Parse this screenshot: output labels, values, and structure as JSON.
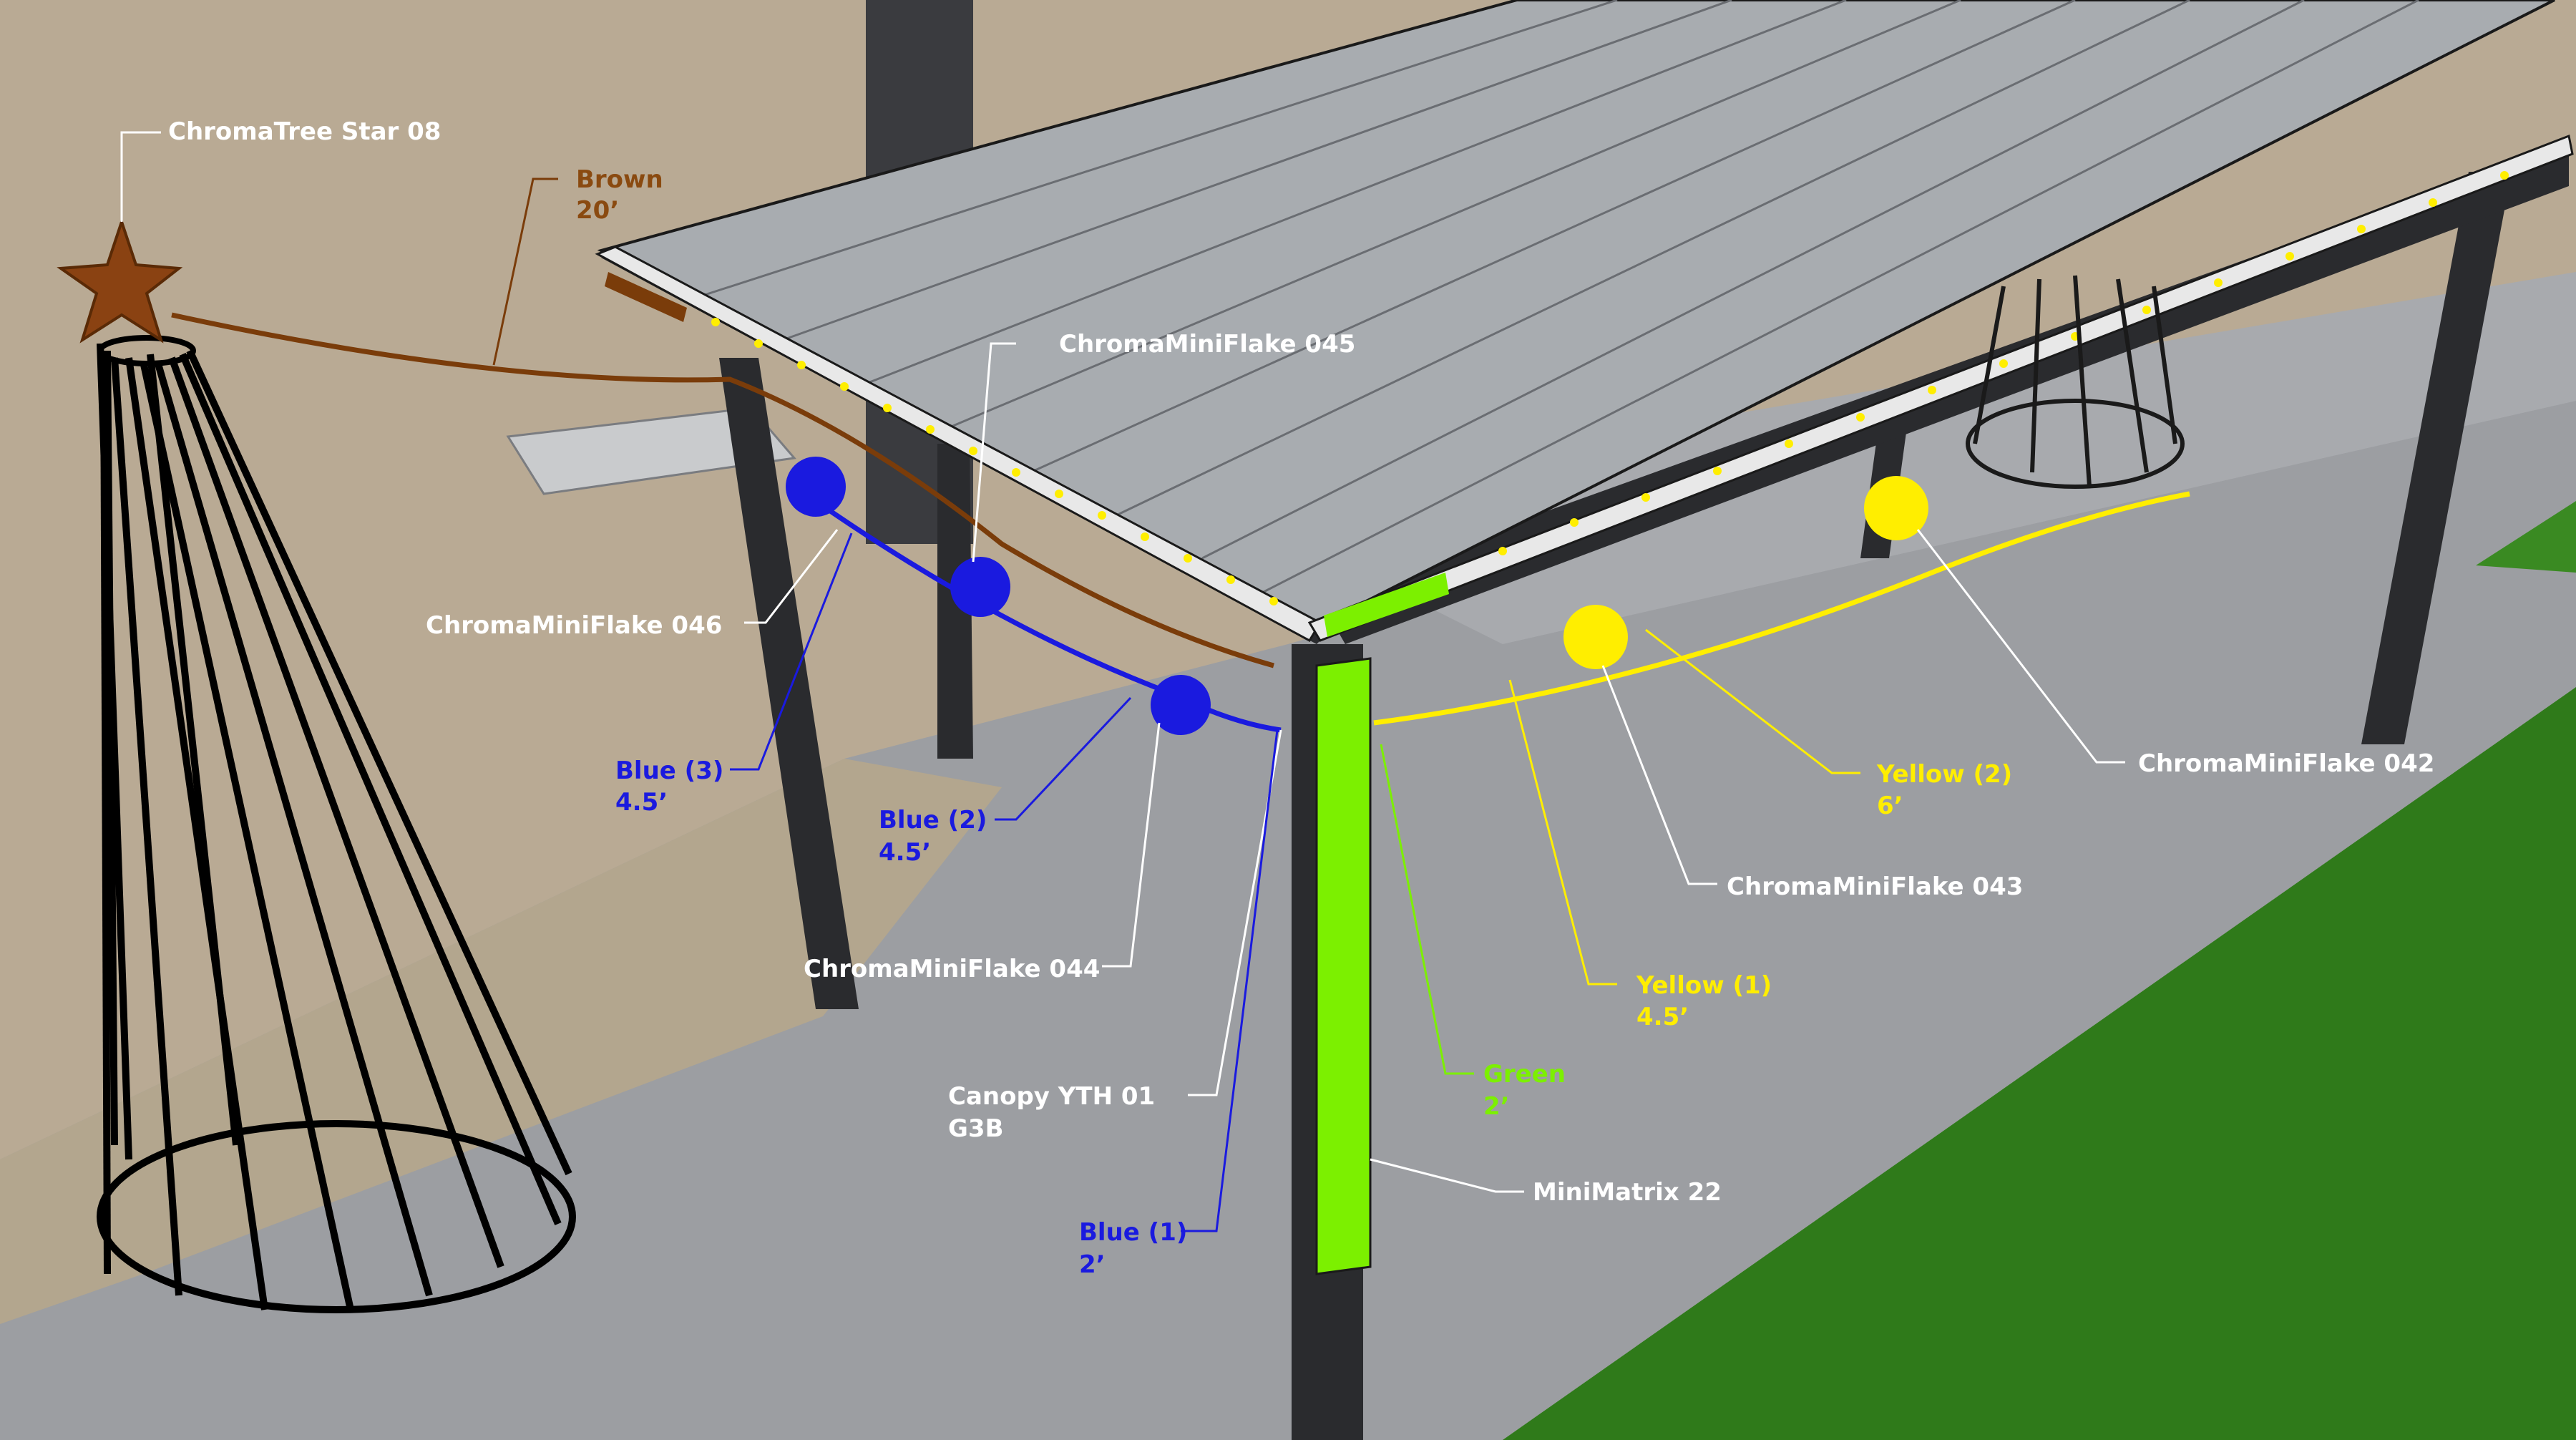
{
  "colors": {
    "wall": "#b9aa94",
    "paving": "#9a9ca0",
    "roof": "#a8acb0",
    "frame": "#2a2b2e",
    "grass": "#2f7a1a",
    "brown": "#7a3c0a",
    "blue": "#1a1adf",
    "yellow": "#ffee00",
    "green": "#7cf000",
    "white": "#ffffff"
  },
  "labels": {
    "star": "ChromaTree Star 08",
    "brown_name": "Brown",
    "brown_len": "20’",
    "flake045": "ChromaMiniFlake 045",
    "flake046": "ChromaMiniFlake 046",
    "flake044": "ChromaMiniFlake 044",
    "flake043": "ChromaMiniFlake 043",
    "flake042": "ChromaMiniFlake 042",
    "blue3_name": "Blue (3)",
    "blue3_len": "4.5’",
    "blue2_name": "Blue (2)",
    "blue2_len": "4.5’",
    "blue1_name": "Blue (1)",
    "blue1_len": "2’",
    "yellow2_name": "Yellow (2)",
    "yellow2_len": "6’",
    "yellow1_name": "Yellow (1)",
    "yellow1_len": "4.5’",
    "green_name": "Green",
    "green_len": "2’",
    "controller_line1": "Canopy YTH 01",
    "controller_line2": "G3B",
    "matrix": "MiniMatrix 22"
  }
}
